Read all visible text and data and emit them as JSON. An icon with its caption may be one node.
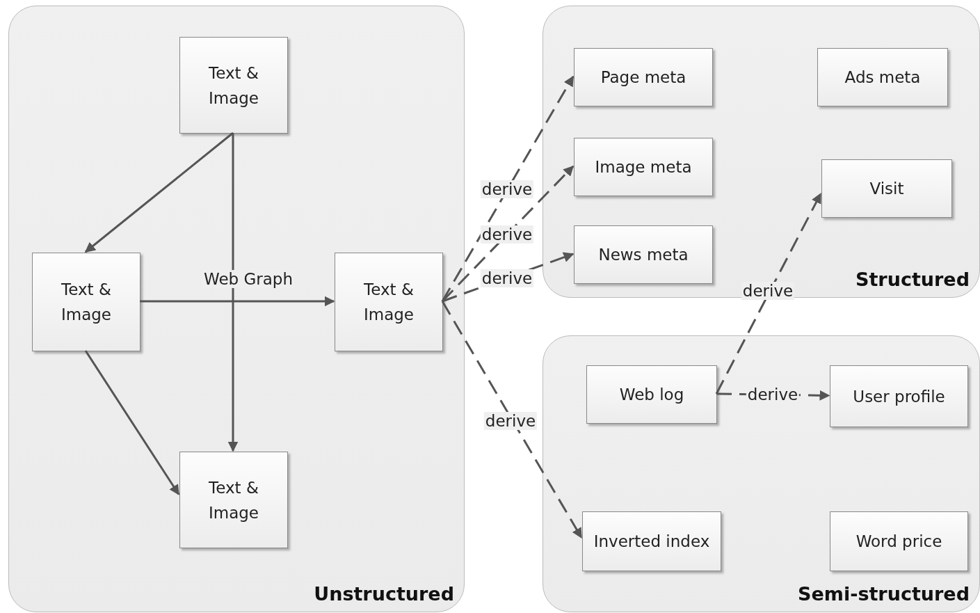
{
  "diagram": {
    "nodes": [
      {
        "text": [
          "Unstructured"
        ]
      },
      {
        "text": [
          "Text & Image"
        ],
        "in": 0
      },
      {
        "text": [
          "Text & Image"
        ],
        "in": 0
      },
      {
        "text": [
          "Text & Image"
        ],
        "in": 0
      },
      {
        "text": [
          "Text & Image"
        ],
        "in": 0
      },
      {
        "text": [
          "Structured"
        ]
      },
      {
        "text": [
          "Page meta"
        ],
        "in": 5
      },
      {
        "text": [
          "Ads meta"
        ],
        "in": 5
      },
      {
        "text": [
          "Image meta"
        ],
        "in": 5
      },
      {
        "text": [
          "Visit"
        ],
        "in": 5
      },
      {
        "text": [
          "News meta"
        ],
        "in": 5
      },
      {
        "text": [
          "Semi-structured"
        ]
      },
      {
        "text": [
          "Web log"
        ],
        "in": 11
      },
      {
        "text": [
          "User profile"
        ],
        "in": 11
      },
      {
        "text": [
          "Inverted index"
        ],
        "in": 11
      },
      {
        "text": [
          "Word price"
        ],
        "in": 11
      }
    ],
    "edges": [
      {
        "from": 1,
        "to": 2,
        "arrow": "to"
      },
      {
        "from": 1,
        "to": 4,
        "arrow": "to"
      },
      {
        "from": 2,
        "to": 3,
        "arrow": "to",
        "label": "Web Graph"
      },
      {
        "from": 2,
        "to": 4,
        "arrow": "to"
      },
      {
        "from": 3,
        "to": 6,
        "arrow": "to",
        "label": "derive",
        "style": "dashed"
      },
      {
        "from": 3,
        "to": 8,
        "arrow": "to",
        "label": "derive",
        "style": "dashed"
      },
      {
        "from": 3,
        "to": 10,
        "arrow": "to",
        "label": "derive",
        "style": "dashed"
      },
      {
        "from": 3,
        "to": 14,
        "arrow": "to",
        "label": "derive",
        "style": "dashed"
      },
      {
        "from": 12,
        "to": 9,
        "arrow": "to",
        "label": "derive",
        "style": "dashed"
      },
      {
        "from": 12,
        "to": 13,
        "arrow": "to",
        "label": "derive",
        "style": "dashed"
      }
    ]
  }
}
